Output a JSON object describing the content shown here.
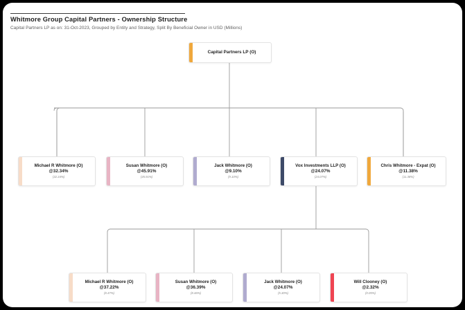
{
  "header": {
    "title": "Whitmore Group Capital Partners - Ownership Structure",
    "subtitle": "Capital Partners LP as on: 31-Oct-2023, Grouped by Entity and Strategy, Split By Beneficial Owner in USD (Millions)"
  },
  "chart_data": {
    "type": "diagram",
    "title": "Whitmore Group Capital Partners - Ownership Structure",
    "subtitle": "Capital Partners LP as on: 31-Oct-2023, Grouped by Entity and Strategy, Split By Beneficial Owner in USD (Millions)",
    "levels": 3,
    "nodes": [
      {
        "id": "root",
        "label": "Capital Partners LP (O)",
        "value": "",
        "sub": "",
        "accent": "#f0a83c",
        "level": 0,
        "parent": null
      },
      {
        "id": "l1-michael",
        "label": "Michael R Whitmore (O)",
        "value": "@32.34%",
        "sub": "(32.34%)",
        "accent": "#f7dcc8",
        "level": 1,
        "parent": "root"
      },
      {
        "id": "l1-susan",
        "label": "Susan Whitmore (O)",
        "value": "@45.91%",
        "sub": "(45.91%)",
        "accent": "#e8b4c4",
        "level": 1,
        "parent": "root"
      },
      {
        "id": "l1-jack",
        "label": "Jack Whitmore (O)",
        "value": "@9.10%",
        "sub": "(9.10%)",
        "accent": "#b0abcf",
        "level": 1,
        "parent": "root"
      },
      {
        "id": "l1-vox",
        "label": "Vox Investments LLP (O)",
        "value": "@24.07%",
        "sub": "(24.07%)",
        "accent": "#3d4a68",
        "level": 1,
        "parent": "root"
      },
      {
        "id": "l1-chris",
        "label": "Chris Whitmore - Expat (O)",
        "value": "@11.38%",
        "sub": "(11.38%)",
        "accent": "#f0a83c",
        "level": 1,
        "parent": "root"
      },
      {
        "id": "l2-michael",
        "label": "Michael R Whitmore (O)",
        "value": "@37.22%",
        "sub": "(8.47%)",
        "accent": "#f7dcc8",
        "level": 2,
        "parent": "l1-vox"
      },
      {
        "id": "l2-susan",
        "label": "Susan Whitmore (O)",
        "value": "@36.39%",
        "sub": "(8.46%)",
        "accent": "#e8b4c4",
        "level": 2,
        "parent": "l1-vox"
      },
      {
        "id": "l2-jack",
        "label": "Jack Whitmore (O)",
        "value": "@24.07%",
        "sub": "(5.30%)",
        "accent": "#b0abcf",
        "level": 2,
        "parent": "l1-vox"
      },
      {
        "id": "l2-will",
        "label": "Will Clooney (O)",
        "value": "@2.32%",
        "sub": "(0.05%)",
        "accent": "#ef4452",
        "level": 2,
        "parent": "l1-vox"
      }
    ],
    "link_color": "#9a9a9a"
  }
}
